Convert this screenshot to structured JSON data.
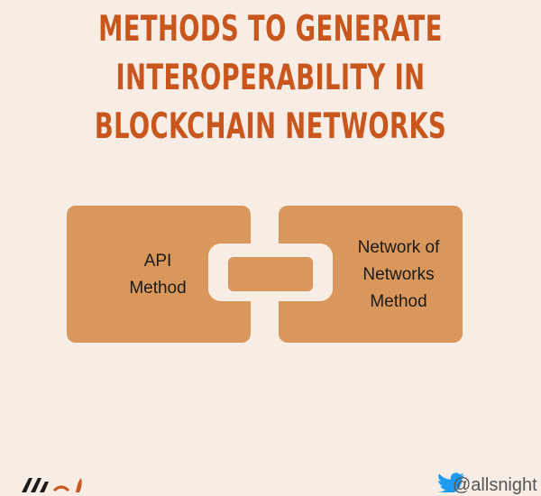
{
  "title": {
    "line1": "METHODS TO GENERATE",
    "line2": "INTEROPERABILITY IN",
    "line3": "BLOCKCHAIN NETWORKS"
  },
  "diagram": {
    "left_box": {
      "line1": "API",
      "line2": "Method"
    },
    "right_box": {
      "line1": "Network of",
      "line2": "Networks",
      "line3": "Method"
    }
  },
  "footer": {
    "logo_icon": "brand-logo-icon",
    "twitter_icon": "twitter-bird-icon",
    "handle": "@allsnight"
  },
  "colors": {
    "background": "#f8ede5",
    "title": "#c8561d",
    "box": "#d9975c",
    "text": "#1b1b1b"
  }
}
